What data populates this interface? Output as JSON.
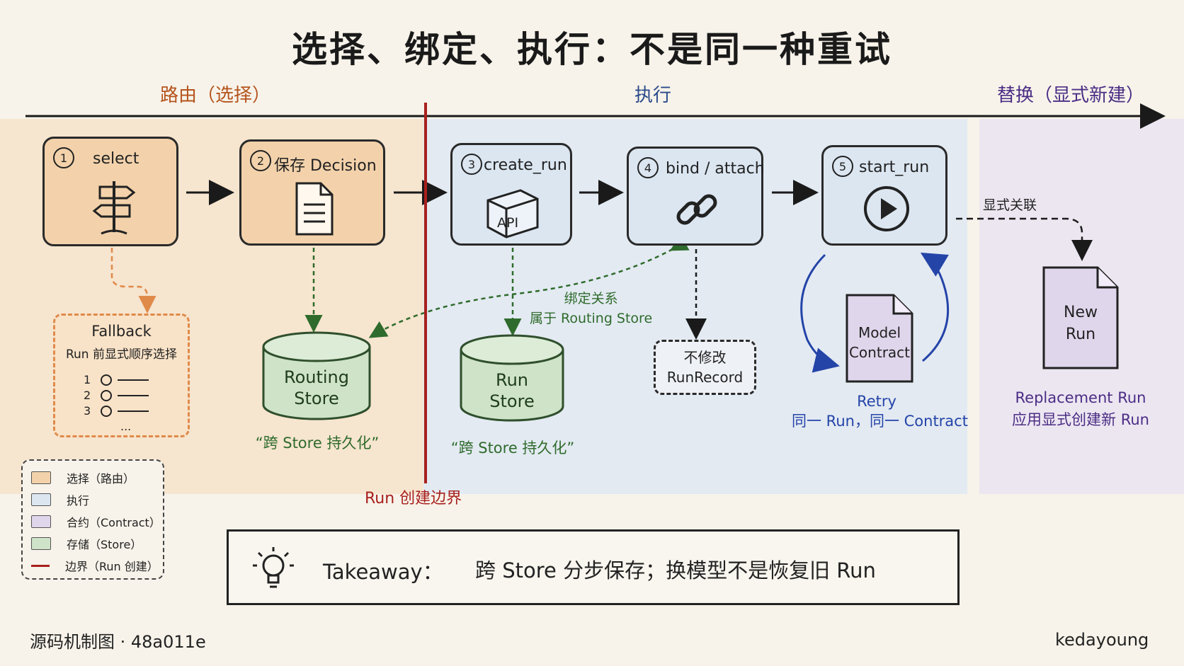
{
  "title": "选择、绑定、执行：不是同一种重试",
  "phases": {
    "routing": "路由（选择）",
    "execution": "执行",
    "replacement": "替换（显式新建）"
  },
  "steps": [
    {
      "num": "1",
      "label": "select"
    },
    {
      "num": "2",
      "label": "保存 Decision"
    },
    {
      "num": "3",
      "label": "create_run"
    },
    {
      "num": "4",
      "label": "bind / attach"
    },
    {
      "num": "5",
      "label": "start_run"
    }
  ],
  "api_label": "API",
  "fallback": {
    "title": "Fallback",
    "subtitle": "Run 前显式顺序选择",
    "items": [
      "1",
      "2",
      "3"
    ],
    "more": "..."
  },
  "stores": {
    "routing": {
      "line1": "Routing",
      "line2": "Store",
      "caption": "“跨 Store 持久化”"
    },
    "run": {
      "line1": "Run",
      "line2": "Store",
      "caption": "“跨 Store 持久化”"
    }
  },
  "binding_note": {
    "line1": "绑定关系",
    "line2": "属于 Routing Store"
  },
  "no_modify": {
    "line1": "不修改",
    "line2": "RunRecord"
  },
  "contract": {
    "line1": "Model",
    "line2": "Contract",
    "caption1": "Retry",
    "caption2": "同一 Run，同一 Contract"
  },
  "explicit_link": "显式关联",
  "new_run": {
    "line1": "New",
    "line2": "Run",
    "caption1": "Replacement Run",
    "caption2": "应用显式创建新 Run"
  },
  "boundary_label": "Run 创建边界",
  "legend": [
    {
      "label": "选择（路由）",
      "color": "#f3d2ab"
    },
    {
      "label": "执行",
      "color": "#dbe6f1"
    },
    {
      "label": "合约（Contract）",
      "color": "#e0d6ec"
    },
    {
      "label": "存储（Store）",
      "color": "#cfe3c8"
    },
    {
      "label": "边界（Run 创建）",
      "color": "#a8201d"
    }
  ],
  "takeaway": {
    "label": "Takeaway：",
    "text": "跨 Store 分步保存；换模型不是恢复旧 Run"
  },
  "footer": {
    "left": "源码机制图 · 48a011e",
    "right": "kedayoung"
  },
  "colors": {
    "routing_bg": "#f6e5cf",
    "exec_bg": "#e3eaf2",
    "replace_bg": "#ece6f1",
    "boundary": "#a8201d",
    "routing_text": "#b5541d",
    "exec_text": "#2b4a8a",
    "replace_text": "#4b2d85",
    "store_green": "#2f6b2c",
    "retry_blue": "#2444a8"
  }
}
